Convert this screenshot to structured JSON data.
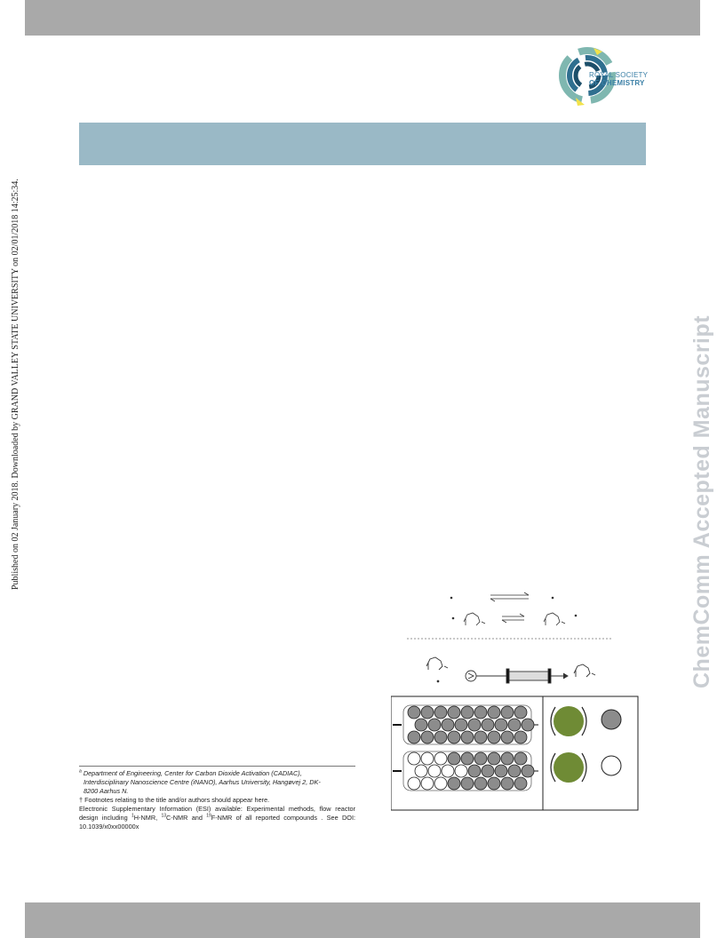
{
  "header": {
    "publisher_line1": "ROYAL SOCIETY",
    "publisher_line2": "OF CHEMISTRY"
  },
  "side_notes": {
    "download_notice": "Published on 02 January 2018. Downloaded by GRAND VALLEY STATE UNIVERSITY on 02/01/2018 14:25:34.",
    "watermark": "ChemComm Accepted Manuscript"
  },
  "footnotes": {
    "affiliation_marker": "a",
    "affiliation_line1": "Department of Engineering, Center for Carbon Dioxide Activation (CADIAC),",
    "affiliation_line2": "Interdisciplinary Nanoscience Centre (iNANO), Aarhus University, Hangøvej 2, DK-",
    "affiliation_line3": "8200 Aarhus N.",
    "dagger_note": "† Footnotes relating to the title and/or authors should appear here.",
    "esi_part1": "Electronic Supplementary Information (ESI) available: Experimental methods, flow reactor design including ",
    "esi_sup1": "1",
    "esi_part2": "H-NMR, ",
    "esi_sup2": "13",
    "esi_part3": "C-NMR and ",
    "esi_sup3": "19",
    "esi_part4": "F-NMR of all reported compounds . See DOI: 10.1039/x0xx00000x"
  },
  "colors": {
    "band_gray": "#a9a9a9",
    "title_banner": "#9ab9c6",
    "catalyst_green": "#6f8b35",
    "bead_gray": "#8c8c8c",
    "watermark_gray": "#c9cdd2"
  },
  "scheme": {
    "column_beads": [
      {
        "row": 1,
        "filled": [
          1,
          1,
          1,
          1,
          1,
          1,
          1,
          1,
          1
        ]
      },
      {
        "row": 2,
        "filled": [
          1,
          1,
          1,
          1,
          1,
          1,
          1,
          1,
          1
        ]
      },
      {
        "row": 3,
        "filled": [
          1,
          1,
          1,
          1,
          1,
          1,
          1,
          1,
          1
        ]
      },
      {
        "row": 4,
        "filled": [
          0,
          0,
          0,
          1,
          1,
          1,
          1,
          1,
          1
        ]
      },
      {
        "row": 5,
        "filled": [
          0,
          0,
          0,
          0,
          1,
          1,
          1,
          1,
          1
        ]
      },
      {
        "row": 6,
        "filled": [
          0,
          0,
          0,
          1,
          1,
          1,
          1,
          1,
          1
        ]
      }
    ]
  }
}
